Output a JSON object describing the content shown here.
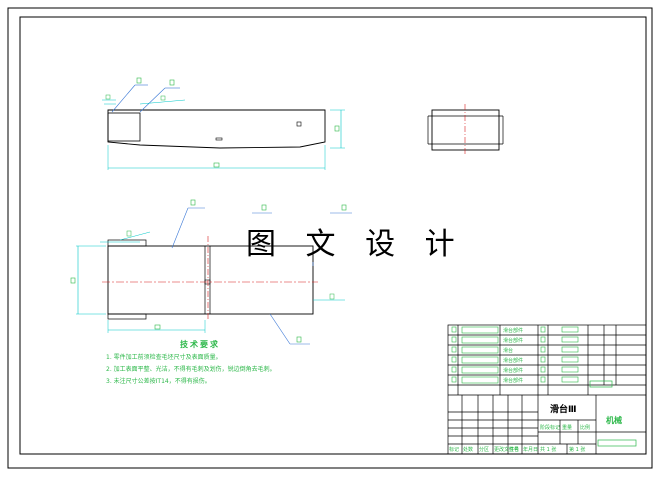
{
  "watermark": "图 文 设 计",
  "tech_requirements": {
    "title": "技术要求",
    "notes": [
      "1. 零件加工前须检查毛坯尺寸及表面质量。",
      "2. 加工表面平整、光洁，不得有毛刺及划伤，锐边倒角去毛刺。",
      "3. 未注尺寸公差按IT14，不得有损伤。"
    ]
  },
  "title_block": {
    "part_name": "滑台Ⅲ",
    "standard": "机械",
    "row_labels": [
      "滑台部件",
      "滑台部件",
      "滑台",
      "滑台部件",
      "滑台部件",
      "滑台部件"
    ],
    "marks": [
      "标记",
      "处数",
      "分区",
      "更改文件号",
      "签名",
      "年月日"
    ],
    "stage": "阶段标记",
    "weight": "重量",
    "scale": "比例",
    "sheet": "共 1 张",
    "sheet_of": "第 1 张"
  },
  "colors": {
    "frame": "#000000",
    "dimension": "#00c8c8",
    "text": "#2db84a",
    "centerline": "#d81e1e",
    "leader": "#3a78d6"
  }
}
